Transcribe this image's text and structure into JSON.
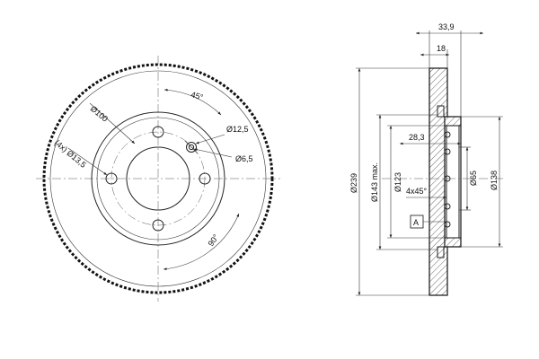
{
  "front_view": {
    "angle_45": "45°",
    "angle_90": "90°",
    "bolt_circle": "Ø100",
    "pilot_hole": "Ø12,5",
    "pilot_hole_inner": "Ø6,5",
    "bolt_holes": "(4x) Ø13,5"
  },
  "side_view": {
    "total_width": "33,9",
    "hat_width": "18",
    "hat_depth": "28,3",
    "outer_diameter": "Ø239",
    "friction_max": "Ø143 max.",
    "hat_diameter": "Ø123",
    "chamfer": "4x45°",
    "center_bore": "Ø65",
    "inner_diameter": "Ø138",
    "datum": "A"
  }
}
